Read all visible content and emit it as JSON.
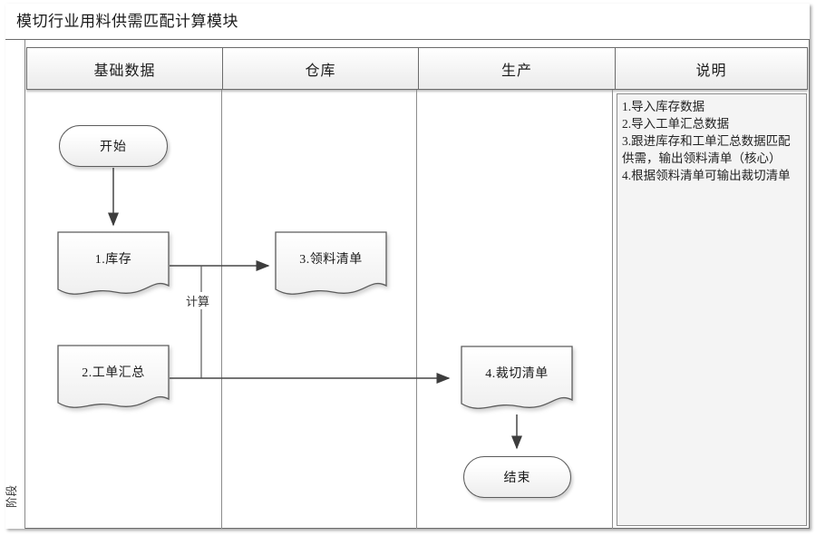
{
  "title": "模切行业用料供需匹配计算模块",
  "phase_label": "阶段",
  "lanes": [
    {
      "label": "基础数据"
    },
    {
      "label": "仓库"
    },
    {
      "label": "生产"
    },
    {
      "label": "说明"
    }
  ],
  "nodes": {
    "start": "开始",
    "inventory": "1.库存",
    "picking_list": "3.领料清单",
    "work_order_summary": "2.工单汇总",
    "cutting_list": "4.裁切清单",
    "end": "结束"
  },
  "connector_label": "计算",
  "notes": {
    "items": [
      "1.导入库存数据",
      "2.导入工单汇总数据",
      "3.跟进库存和工单汇总数据匹配供需，输出领料清单（核心）",
      "4.根据领料清单可输出裁切清单"
    ]
  },
  "colors": {
    "frame_border": "#6b6b6b",
    "lane_line": "#8c8c8c",
    "shape_border": "#5c5c5c",
    "note_fill": "#f4f4f4",
    "arrow": "#464646"
  }
}
